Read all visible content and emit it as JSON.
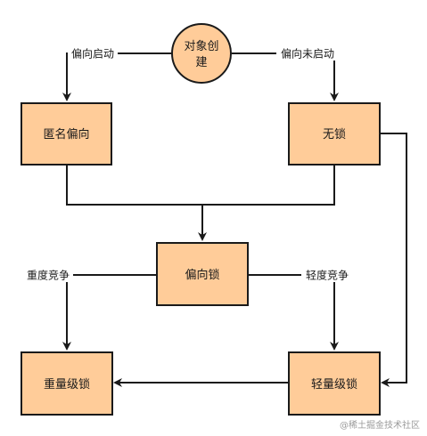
{
  "nodes": {
    "start": {
      "line1": "对象创",
      "line2": "建"
    },
    "anonymous_biased": "匿名偏向",
    "lock_free": "无锁",
    "biased_lock": "偏向锁",
    "heavyweight_lock": "重量级锁",
    "lightweight_lock": "轻量级锁"
  },
  "edges": {
    "biased_enabled": "偏向启动",
    "biased_not_enabled": "偏向未启动",
    "heavy_contention": "重度竞争",
    "light_contention": "轻度竞争"
  },
  "colors": {
    "node_fill": "#ffcc99",
    "stroke": "#1a1a1a"
  },
  "watermark": "@稀土掘金技术社区"
}
